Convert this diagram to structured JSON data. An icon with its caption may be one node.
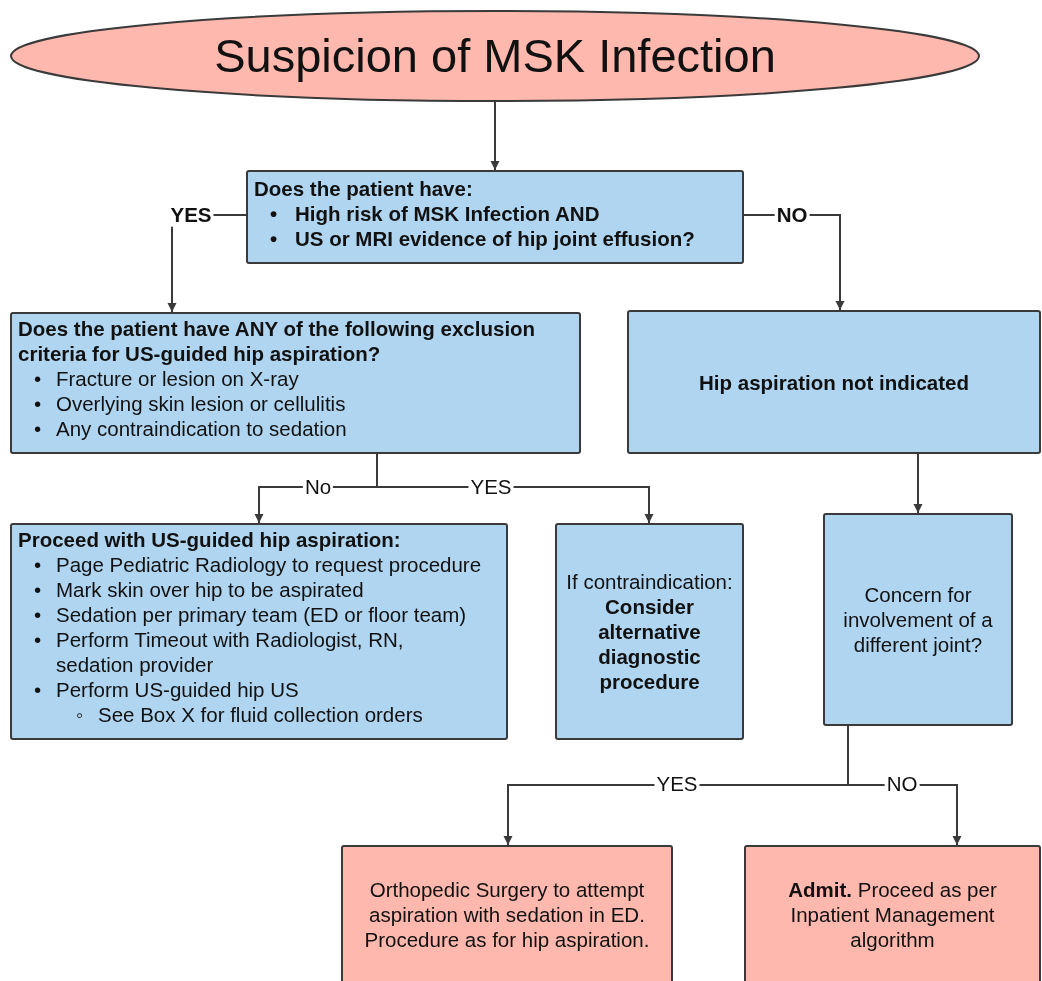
{
  "diagram": {
    "nodes": [
      {
        "text": [
          "Suspicion of MSK Infection"
        ]
      },
      {
        "text": [
          "Does the patient have:",
          "High risk of MSK Infection AND",
          "US or MRI evidence of hip joint effusion?"
        ]
      },
      {
        "text": [
          "Does the patient have ANY of the following exclusion criteria for US-guided hip aspiration?",
          "Fracture or lesion on X-ray",
          "Overlying skin lesion or cellulitis",
          "Any contraindication to sedation"
        ]
      },
      {
        "text": [
          "Hip aspiration not indicated"
        ]
      },
      {
        "text": [
          "Proceed with US-guided hip aspiration:",
          "Page Pediatric Radiology to request procedure",
          "Mark skin over hip to be aspirated",
          "Sedation per primary team (ED or floor team)",
          "Perform Timeout with Radiologist, RN, sedation provider",
          "Perform US-guided hip US",
          "See Box X for fluid collection orders"
        ]
      },
      {
        "text": [
          "If contraindication:",
          "Consider alternative diagnostic procedure"
        ]
      },
      {
        "text": [
          "Concern for involvement of a different joint?"
        ]
      },
      {
        "text": [
          "Orthopedic Surgery to attempt aspiration with sedation in ED. Procedure as for hip aspiration."
        ]
      },
      {
        "text": [
          "**Admit.** Proceed as per Inpatient Management algorithm"
        ]
      }
    ],
    "edges": [
      {
        "from": 0,
        "to": 1,
        "arrow": "to"
      },
      {
        "from": 1,
        "to": 2,
        "arrow": "to",
        "label": "YES"
      },
      {
        "from": 1,
        "to": 3,
        "arrow": "to",
        "label": "NO"
      },
      {
        "from": 2,
        "to": 4,
        "arrow": "to",
        "label": "No"
      },
      {
        "from": 2,
        "to": 5,
        "arrow": "to",
        "label": "YES"
      },
      {
        "from": 3,
        "to": 6,
        "arrow": "to"
      },
      {
        "from": 6,
        "to": 7,
        "arrow": "to",
        "label": "YES"
      },
      {
        "from": 6,
        "to": 8,
        "arrow": "to",
        "label": "NO"
      }
    ],
    "labels": [
      "•",
      "•",
      "•",
      "•",
      "•",
      "•",
      "•",
      "•",
      "•",
      "•",
      "◦"
    ]
  }
}
